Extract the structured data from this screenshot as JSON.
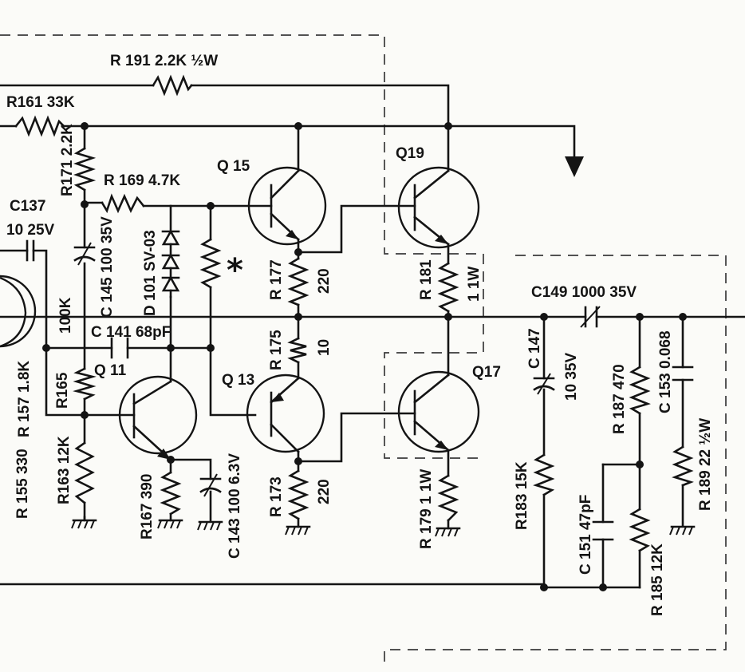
{
  "labels": {
    "r191": "R 191  2.2K   ½W",
    "r161": "R161  33K",
    "r171": "R171  2.2K",
    "r169": "R 169  4.7K",
    "q15": "Q 15",
    "q19": "Q19",
    "c137": "C137",
    "c137_val": "10  25V",
    "c145": "C 145 100  35V",
    "d101": "D 101  SV-03",
    "asterisk": "*",
    "r177": "R 177",
    "r177_val": "220",
    "r181": "R 181",
    "r181_val": "1 1W",
    "c149": "C149  1000  35V",
    "r_100k": "100K",
    "c141": "C 141  68pF",
    "r175": "R 175",
    "r175_val": "10",
    "c147": "C 147",
    "c147_val": "10  35V",
    "r187": "R 187  470",
    "c153": "C 153  0.068",
    "q11": "Q 11",
    "q13": "Q 13",
    "q17": "Q17",
    "r165": "R165",
    "r157": "R 157  1.8K",
    "r155": "R 155  330",
    "r163": "R163  12K",
    "r167": "R167  390",
    "c143": "C 143  100  6.3V",
    "r173": "R 173",
    "r173_val": "220",
    "r179": "R 179  1  1W",
    "r183": "R183  15K",
    "c151": "C 151  47pF",
    "r185": "R 185  12K",
    "r189": "R 189  22  ½W"
  }
}
